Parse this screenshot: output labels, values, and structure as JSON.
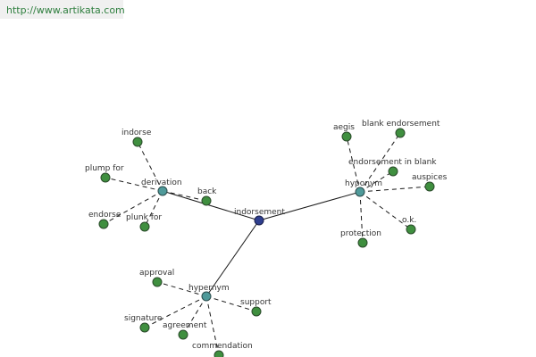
{
  "header": {
    "url": "http://www.artikata.com"
  },
  "graph": {
    "root": {
      "label": "indorsement"
    },
    "relations": {
      "derivation": {
        "label": "derivation"
      },
      "hyponym": {
        "label": "hyponym"
      },
      "hypernym": {
        "label": "hypernym"
      }
    },
    "nodes": {
      "back": {
        "label": "back"
      },
      "indorse": {
        "label": "indorse"
      },
      "plump_for": {
        "label": "plump for"
      },
      "endorse": {
        "label": "endorse"
      },
      "plunk_for": {
        "label": "plunk for"
      },
      "aegis": {
        "label": "aegis"
      },
      "blank_endorsement": {
        "label": "blank endorsement"
      },
      "endorsement_in_blank": {
        "label": "endorsement in blank"
      },
      "auspices": {
        "label": "auspices"
      },
      "ok": {
        "label": "o.k."
      },
      "protection": {
        "label": "protection"
      },
      "approval": {
        "label": "approval"
      },
      "support": {
        "label": "support"
      },
      "signature": {
        "label": "signature"
      },
      "agreement": {
        "label": "agreement"
      },
      "commendation": {
        "label": "commendation"
      }
    }
  },
  "colors": {
    "leaf_node": "#3f8f3f",
    "relation_node": "#4f9a9a",
    "root_node": "#2f3f8f",
    "url_text": "#2f7f3f"
  }
}
